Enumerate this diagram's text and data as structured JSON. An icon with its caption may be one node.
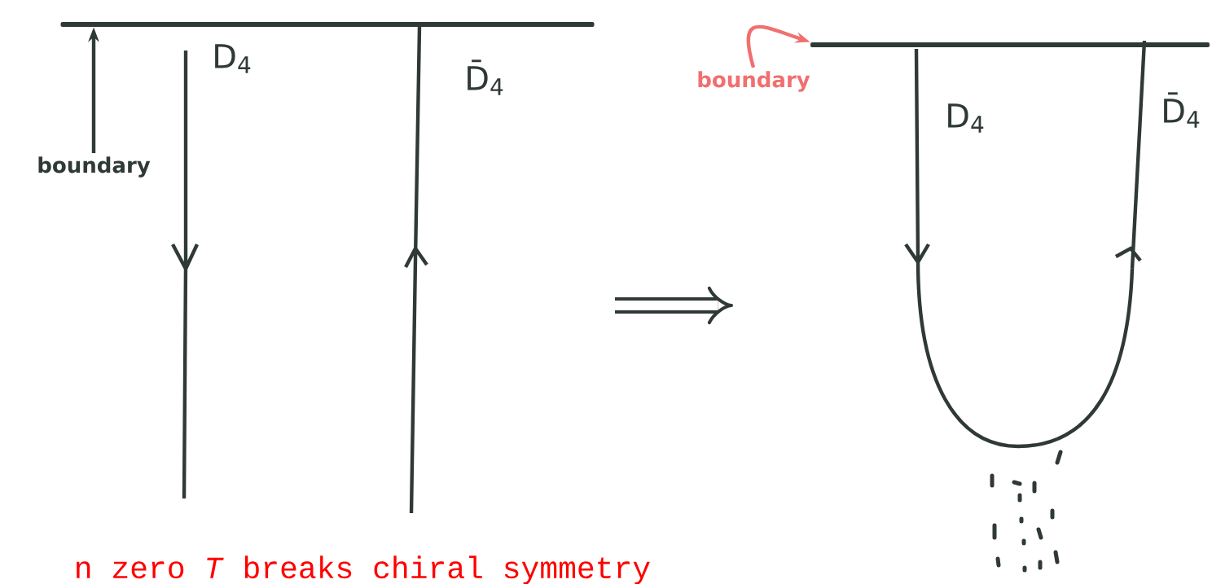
{
  "diagram": {
    "nodes": [
      {
        "text": [
          "boundary"
        ]
      },
      {
        "text": [],
        "shape": "bar"
      },
      {
        "text": [
          "boundary"
        ]
      },
      {
        "text": [],
        "shape": "bar"
      }
    ],
    "edges": [
      {
        "from": 0,
        "to": 1,
        "arrow": "to"
      },
      {
        "from": 2,
        "to": 3,
        "arrow": "to",
        "color": "#f07070"
      }
    ],
    "labels": [
      "D$_{4}$",
      "D̄$_{4}$",
      "D$_{4}$",
      "D̄$_{4}$",
      "n zero *T* breaks chiral symmetry"
    ]
  }
}
